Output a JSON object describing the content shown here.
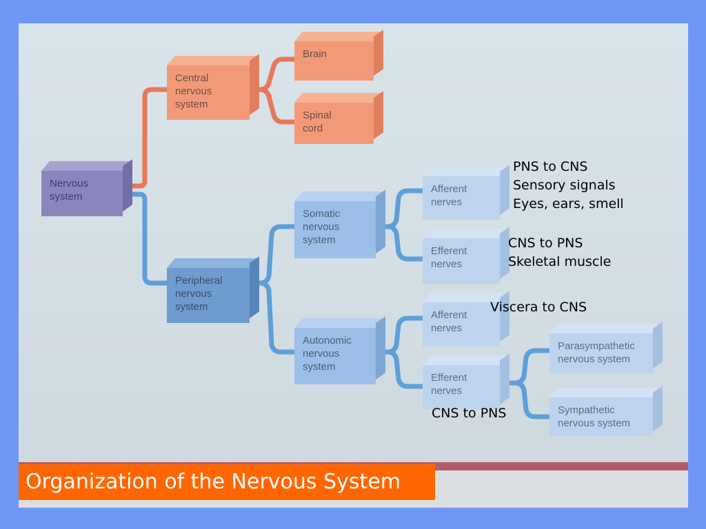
{
  "title": "Organization of the Nervous System",
  "boxes": {
    "nervous_system": "Nervous\nsystem",
    "cns": "Central\nnervous\nsystem",
    "brain": "Brain",
    "spinal_cord": "Spinal\ncord",
    "pns": "Peripheral\nnervous\nsystem",
    "somatic": "Somatic\nnervous\nsystem",
    "autonomic": "Autonomic\nnervous\nsystem",
    "somatic_afferent": "Afferent\nnerves",
    "somatic_efferent": "Efferent\nnerves",
    "autonomic_afferent": "Afferent\nnerves",
    "autonomic_efferent": "Efferent\nnerves",
    "parasympathetic": "Parasympathetic\nnervous system",
    "sympathetic": "Sympathetic\nnervous system"
  },
  "notes": {
    "somatic_afferent": "PNS to CNS\nSensory signals\nEyes, ears, smell",
    "somatic_efferent": "CNS to PNS\nSkeletal muscle",
    "autonomic_afferent": "Viscera to CNS",
    "autonomic_efferent": "CNS to PNS"
  },
  "colors": {
    "frame": "#6e97f5",
    "cns_branch": "#e8785a",
    "pns_branch": "#5f9fd8",
    "title_bg": "#ff6600"
  }
}
